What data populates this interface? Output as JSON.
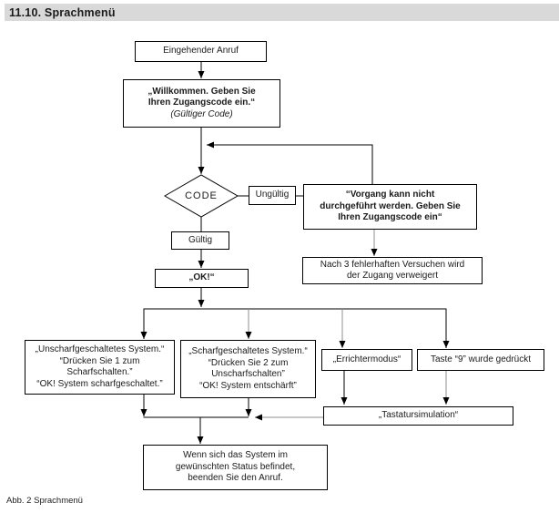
{
  "page": {
    "section_title": "11.10. Sprachmenü",
    "caption": "Abb. 2 Sprachmenü"
  },
  "flowchart": {
    "colors": {
      "line_black": "#000000",
      "line_gray": "#8f8f8f",
      "title_bar_bg": "#d9d9d9",
      "box_bg": "#ffffff"
    },
    "nodes": {
      "eingehender_anruf": {
        "lines": [
          "Eingehender Anruf"
        ]
      },
      "willkommen": {
        "lines": [
          "„Willkommen. Geben Sie",
          "Ihren Zugangscode ein.“"
        ],
        "note": "(Gültiger Code)"
      },
      "code": {
        "lines": [
          "CODE"
        ]
      },
      "ungueltig": {
        "lines": [
          "Ungültig"
        ]
      },
      "vorgang": {
        "lines": [
          "“Vorgang kann nicht",
          "durchgeführt werden. Geben Sie",
          "Ihren Zugangscode ein“"
        ]
      },
      "nach_drei": {
        "lines": [
          "Nach 3 fehlerhaften Versuchen wird",
          "der Zugang verweigert"
        ]
      },
      "gueltig": {
        "lines": [
          "Gültig"
        ]
      },
      "ok": {
        "lines": [
          "„OK!“"
        ]
      },
      "unscharf_system": {
        "lines": [
          "„Unscharfgeschaltetes System.“",
          "“Drücken Sie 1 zum",
          "Scharfschalten.”",
          "“OK! System scharfgeschaltet.”"
        ]
      },
      "scharf_system": {
        "lines": [
          "„Scharfgeschaltetes System.“",
          "“Drücken Sie 2 zum",
          "Unscharfschalten”",
          "“OK! System entschärft”"
        ]
      },
      "errichtermodus": {
        "lines": [
          "„Errichtermodus“"
        ]
      },
      "taste_neun": {
        "lines": [
          "Taste “9” wurde gedrückt"
        ]
      },
      "tastatursimulation": {
        "lines": [
          "„Tastatursimulation“"
        ]
      },
      "anruf_beenden": {
        "lines": [
          "Wenn sich das System im",
          "gewünschten Status befindet,",
          "beenden Sie den Anruf."
        ]
      }
    }
  }
}
